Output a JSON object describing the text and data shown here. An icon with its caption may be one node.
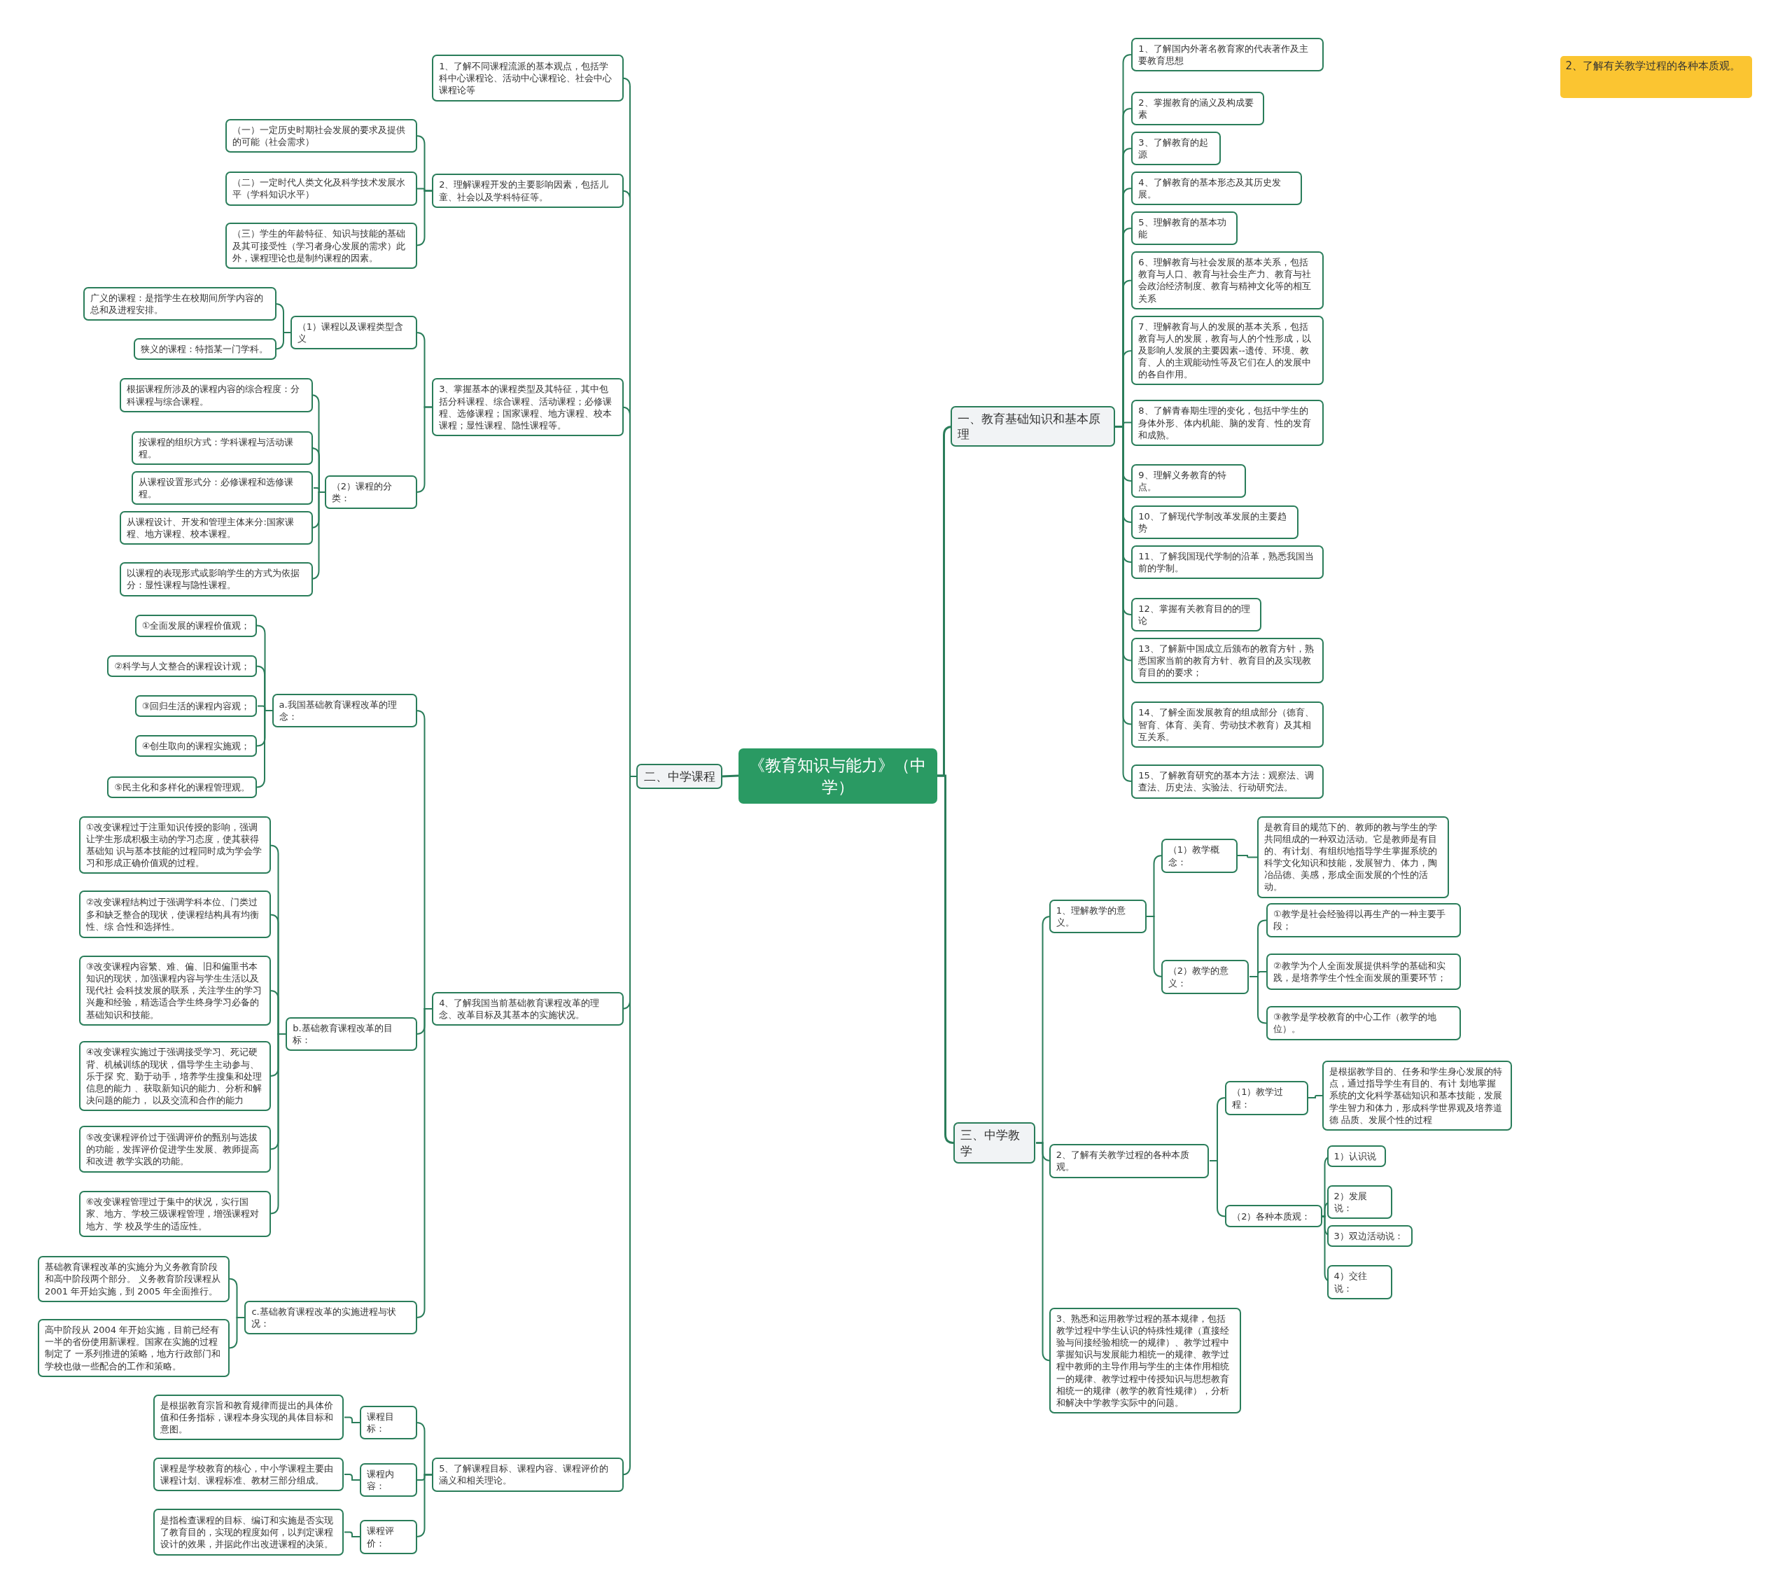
{
  "diagram": {
    "nodes": [
      {
        "text": [
          "《教育知识与能力》（中学）"
        ]
      },
      {
        "text": [
          "一、教育基础知识和基本原理"
        ]
      },
      {
        "text": [
          "1、了解国内外著名教育家的代表著作及主要教育思想"
        ]
      },
      {
        "text": [
          "2、掌握教育的涵义及构成要素"
        ]
      },
      {
        "text": [
          "3、了解教育的起源"
        ]
      },
      {
        "text": [
          "4、了解教育的基本形态及其历史发展。"
        ]
      },
      {
        "text": [
          "5、理解教育的基本功能"
        ]
      },
      {
        "text": [
          "6、理解教育与社会发展的基本关系，包括教育与人口、教育与社会生产力、教育与社会政治经济制度、教育与精神文化等的相互关系"
        ]
      },
      {
        "text": [
          "7、理解教育与人的发展的基本关系，包括教育与人的发展，教育与人的个性形成，以及影响人发展的主要因素--遗传、环境、教育、人的主观能动性等及它们在人的发展中的各自作用。"
        ]
      },
      {
        "text": [
          "8、了解青春期生理的变化，包括中学生的身体外形、体内机能、脑的发育、性的发育和成熟。"
        ]
      },
      {
        "text": [
          "9、理解义务教育的特点。"
        ]
      },
      {
        "text": [
          "10、了解现代学制改革发展的主要趋势"
        ]
      },
      {
        "text": [
          "11、了解我国现代学制的沿革，熟悉我国当前的学制。"
        ]
      },
      {
        "text": [
          "12、掌握有关教育目的的理论"
        ]
      },
      {
        "text": [
          "13、了解新中国成立后颁布的教育方针，熟悉国家当前的教育方针、教育目的及实现教育目的的要求；"
        ]
      },
      {
        "text": [
          "14、了解全面发展教育的组成部分（德育、智育、体育、美育、劳动技术教育）及其相互关系。"
        ]
      },
      {
        "text": [
          "15、了解教育研究的基本方法：观察法、调查法、历史法、实验法、行动研究法。"
        ]
      },
      {
        "text": [
          "三、中学教学"
        ]
      },
      {
        "text": [
          "1、理解教学的意义。"
        ]
      },
      {
        "text": [
          "（1）教学概念："
        ]
      },
      {
        "text": [
          "是教育目的规范下的、教师的教与学生的学共同组成的一种双边活动。它是教师是有目的、有计划、有组织地指导学生掌握系统的科学文化知识和技能，发展智力、体力，陶冶品德、美感，形成全面发展的个性的活动。"
        ]
      },
      {
        "text": [
          "（2）教学的意义："
        ]
      },
      {
        "text": [
          "①教学是社会经验得以再生产的一种主要手段；"
        ]
      },
      {
        "text": [
          "②教学为个人全面发展提供科学的基础和实践，是培养学生个性全面发展的重要环节；"
        ]
      },
      {
        "text": [
          "③教学是学校教育的中心工作（教学的地位）。"
        ]
      },
      {
        "text": [
          "2、了解有关教学过程的各种本质观。"
        ]
      },
      {
        "text": [
          "（1）教学过程："
        ]
      },
      {
        "text": [
          "是根据教学目的、任务和学生身心发展的特点，通过指导学生有目的、有计 划地掌握系统的文化科学基础知识和基本技能，发展学生智力和体力，形成科学世界观及培养道德 品质、发展个性的过程"
        ]
      },
      {
        "text": [
          "（2）各种本质观："
        ]
      },
      {
        "text": [
          "1）认识说"
        ]
      },
      {
        "text": [
          "2）发展说："
        ]
      },
      {
        "text": [
          "3）双边活动说："
        ]
      },
      {
        "text": [
          "4）交往说："
        ]
      },
      {
        "text": [
          "3、熟悉和运用教学过程的基本规律，包括教学过程中学生认识的特殊性规律（直接经验与间接经验相统一的规律）、教学过程中掌握知识与发展能力相统一的规律、教学过程中教师的主导作用与学生的主体作用相统一的规律、教学过程中传授知识与思想教育相统一的规律（教学的教育性规律），分析和解决中学教学实际中的问题。"
        ]
      },
      {
        "text": [
          "2、了解有关教学过程的各种本质观。"
        ]
      },
      {
        "text": [
          "二、中学课程"
        ]
      },
      {
        "text": [
          "1、了解不同课程流派的基本观点，包括学科中心课程论、活动中心课程论、社会中心课程论等"
        ]
      },
      {
        "text": [
          "2、理解课程开发的主要影响因素，包括儿童、社会以及学科特征等。"
        ]
      },
      {
        "text": [
          "（一）一定历史时期社会发展的要求及提供的可能（社会需求）"
        ]
      },
      {
        "text": [
          "（二）一定时代人类文化及科学技术发展水平（学科知识水平）"
        ]
      },
      {
        "text": [
          "（三）学生的年龄特征、知识与技能的基础及其可接受性（学习者身心发展的需求）此外，课程理论也是制约课程的因素。"
        ]
      },
      {
        "text": [
          "3、掌握基本的课程类型及其特征，其中包括分科课程、综合课程、活动课程；必修课程、选修课程；国家课程、地方课程、校本课程；显性课程、隐性课程等。"
        ]
      },
      {
        "text": [
          "（1）课程以及课程类型含义"
        ]
      },
      {
        "text": [
          "广义的课程：是指学生在校期间所学内容的总和及进程安排。"
        ]
      },
      {
        "text": [
          "狭义的课程：特指某一门学科。"
        ]
      },
      {
        "text": [
          "（2）课程的分类："
        ]
      },
      {
        "text": [
          "根据课程所涉及的课程内容的综合程度：分科课程与综合课程。"
        ]
      },
      {
        "text": [
          "按课程的组织方式：学科课程与活动课程。"
        ]
      },
      {
        "text": [
          "从课程设置形式分：必修课程和选修课程。"
        ]
      },
      {
        "text": [
          "从课程设计、开发和管理主体来分:国家课程、地方课程、校本课程。"
        ]
      },
      {
        "text": [
          "以课程的表现形式或影响学生的方式为依据分：显性课程与隐性课程。"
        ]
      },
      {
        "text": [
          "4、了解我国当前基础教育课程改革的理念、改革目标及其基本的实施状况。"
        ]
      },
      {
        "text": [
          "a.我国基础教育课程改革的理念："
        ]
      },
      {
        "text": [
          "①全面发展的课程价值观；"
        ]
      },
      {
        "text": [
          "②科学与人文整合的课程设计观；"
        ]
      },
      {
        "text": [
          "③回归生活的课程内容观；"
        ]
      },
      {
        "text": [
          "④创生取向的课程实施观；"
        ]
      },
      {
        "text": [
          "⑤民主化和多样化的课程管理观。"
        ]
      },
      {
        "text": [
          "b.基础教育课程改革的目标："
        ]
      },
      {
        "text": [
          "①改变课程过于注重知识传授的影响，强调让学生形成积极主动的学习态度，使其获得基础知 识与基本技能的过程同时成为学会学习和形成正确价值观的过程。"
        ]
      },
      {
        "text": [
          "②改变课程结构过于强调学科本位、门类过多和缺乏整合的现状，使课程结构具有均衡性、综 合性和选择性。"
        ]
      },
      {
        "text": [
          "③改变课程内容繁、难、偏、旧和偏重书本知识的现状，加强课程内容与学生生活以及现代社 会科技发展的联系，关注学生的学习兴趣和经验，精选适合学生终身学习必备的基础知识和技能。"
        ]
      },
      {
        "text": [
          "④改变课程实施过于强调接受学习、死记硬背、机械训练的现状，倡导学生主动参与、乐于探 究、勤于动手，培养学生搜集和处理信息的能力 、获取新知识的能力、分析和解决问题的能力， 以及交流和合作的能力"
        ]
      },
      {
        "text": [
          "⑤改变课程评价过于强调评价的甄别与选拔的功能，发挥评价促进学生发展、教师提高和改进 教学实践的功能。"
        ]
      },
      {
        "text": [
          "⑥改变课程管理过于集中的状况，实行国家、地方、学校三级课程管理，增强课程对地方、学 校及学生的适应性。"
        ]
      },
      {
        "text": [
          "c.基础教育课程改革的实施进程与状况："
        ]
      },
      {
        "text": [
          "基础教育课程改革的实施分为义务教育阶段和高中阶段两个部分。 义务教育阶段课程从 2001 年开始实施，到 2005 年全面推行。"
        ]
      },
      {
        "text": [
          "高中阶段从 2004 年开始实施，目前已经有一半的省份使用新课程。国家在实施的过程制定了 一系列推进的策略，地方行政部门和学校也做一些配合的工作和策略。"
        ]
      },
      {
        "text": [
          "5、了解课程目标、课程内容、课程评价的涵义和相关理论。"
        ]
      },
      {
        "text": [
          "课程目标："
        ]
      },
      {
        "text": [
          "是根据教育宗旨和教育规律而提出的具体价值和任务指标，课程本身实现的具体目标和意图。"
        ]
      },
      {
        "text": [
          "课程内容："
        ]
      },
      {
        "text": [
          "课程是学校教育的核心，中小学课程主要由课程计划、课程标准、教材三部分组成。"
        ]
      },
      {
        "text": [
          "课程评价："
        ]
      },
      {
        "text": [
          "是指检查课程的目标、编订和实施是否实现了教育目的，实现的程度如何，以判定课程设计的效果，并据此作出改进课程的决策。"
        ]
      }
    ],
    "edges": [
      {
        "from": 0,
        "to": 1,
        "arrow": "none"
      },
      {
        "from": 0,
        "to": 17,
        "arrow": "none"
      },
      {
        "from": 0,
        "to": 35,
        "arrow": "none"
      },
      {
        "from": 1,
        "to": 2,
        "arrow": "none"
      },
      {
        "from": 1,
        "to": 3,
        "arrow": "none"
      },
      {
        "from": 1,
        "to": 4,
        "arrow": "none"
      },
      {
        "from": 1,
        "to": 5,
        "arrow": "none"
      },
      {
        "from": 1,
        "to": 6,
        "arrow": "none"
      },
      {
        "from": 1,
        "to": 7,
        "arrow": "none"
      },
      {
        "from": 1,
        "to": 8,
        "arrow": "none"
      },
      {
        "from": 1,
        "to": 9,
        "arrow": "none"
      },
      {
        "from": 1,
        "to": 10,
        "arrow": "none"
      },
      {
        "from": 1,
        "to": 11,
        "arrow": "none"
      },
      {
        "from": 1,
        "to": 12,
        "arrow": "none"
      },
      {
        "from": 1,
        "to": 13,
        "arrow": "none"
      },
      {
        "from": 1,
        "to": 14,
        "arrow": "none"
      },
      {
        "from": 1,
        "to": 15,
        "arrow": "none"
      },
      {
        "from": 1,
        "to": 16,
        "arrow": "none"
      },
      {
        "from": 17,
        "to": 18,
        "arrow": "none"
      },
      {
        "from": 17,
        "to": 25,
        "arrow": "none"
      },
      {
        "from": 17,
        "to": 33,
        "arrow": "none"
      },
      {
        "from": 18,
        "to": 19,
        "arrow": "none"
      },
      {
        "from": 18,
        "to": 21,
        "arrow": "none"
      },
      {
        "from": 19,
        "to": 20,
        "arrow": "none"
      },
      {
        "from": 21,
        "to": 22,
        "arrow": "none"
      },
      {
        "from": 21,
        "to": 23,
        "arrow": "none"
      },
      {
        "from": 21,
        "to": 24,
        "arrow": "none"
      },
      {
        "from": 25,
        "to": 26,
        "arrow": "none"
      },
      {
        "from": 25,
        "to": 28,
        "arrow": "none"
      },
      {
        "from": 26,
        "to": 27,
        "arrow": "none"
      },
      {
        "from": 28,
        "to": 29,
        "arrow": "none"
      },
      {
        "from": 28,
        "to": 30,
        "arrow": "none"
      },
      {
        "from": 28,
        "to": 31,
        "arrow": "none"
      },
      {
        "from": 28,
        "to": 32,
        "arrow": "none"
      },
      {
        "from": 35,
        "to": 36,
        "arrow": "none"
      },
      {
        "from": 35,
        "to": 37,
        "arrow": "none"
      },
      {
        "from": 35,
        "to": 41,
        "arrow": "none"
      },
      {
        "from": 35,
        "to": 51,
        "arrow": "none"
      },
      {
        "from": 35,
        "to": 68,
        "arrow": "none"
      },
      {
        "from": 37,
        "to": 38,
        "arrow": "none"
      },
      {
        "from": 37,
        "to": 39,
        "arrow": "none"
      },
      {
        "from": 37,
        "to": 40,
        "arrow": "none"
      },
      {
        "from": 41,
        "to": 42,
        "arrow": "none"
      },
      {
        "from": 41,
        "to": 45,
        "arrow": "none"
      },
      {
        "from": 42,
        "to": 43,
        "arrow": "none"
      },
      {
        "from": 42,
        "to": 44,
        "arrow": "none"
      },
      {
        "from": 45,
        "to": 46,
        "arrow": "none"
      },
      {
        "from": 45,
        "to": 47,
        "arrow": "none"
      },
      {
        "from": 45,
        "to": 48,
        "arrow": "none"
      },
      {
        "from": 45,
        "to": 49,
        "arrow": "none"
      },
      {
        "from": 45,
        "to": 50,
        "arrow": "none"
      },
      {
        "from": 51,
        "to": 52,
        "arrow": "none"
      },
      {
        "from": 51,
        "to": 58,
        "arrow": "none"
      },
      {
        "from": 51,
        "to": 65,
        "arrow": "none"
      },
      {
        "from": 52,
        "to": 53,
        "arrow": "none"
      },
      {
        "from": 52,
        "to": 54,
        "arrow": "none"
      },
      {
        "from": 52,
        "to": 55,
        "arrow": "none"
      },
      {
        "from": 52,
        "to": 56,
        "arrow": "none"
      },
      {
        "from": 52,
        "to": 57,
        "arrow": "none"
      },
      {
        "from": 58,
        "to": 59,
        "arrow": "none"
      },
      {
        "from": 58,
        "to": 60,
        "arrow": "none"
      },
      {
        "from": 58,
        "to": 61,
        "arrow": "none"
      },
      {
        "from": 58,
        "to": 62,
        "arrow": "none"
      },
      {
        "from": 58,
        "to": 63,
        "arrow": "none"
      },
      {
        "from": 58,
        "to": 64,
        "arrow": "none"
      },
      {
        "from": 65,
        "to": 66,
        "arrow": "none"
      },
      {
        "from": 65,
        "to": 67,
        "arrow": "none"
      },
      {
        "from": 68,
        "to": 69,
        "arrow": "none"
      },
      {
        "from": 68,
        "to": 71,
        "arrow": "none"
      },
      {
        "from": 68,
        "to": 73,
        "arrow": "none"
      },
      {
        "from": 69,
        "to": 70,
        "arrow": "none"
      },
      {
        "from": 71,
        "to": 72,
        "arrow": "none"
      },
      {
        "from": 73,
        "to": 74,
        "arrow": "none"
      }
    ]
  }
}
